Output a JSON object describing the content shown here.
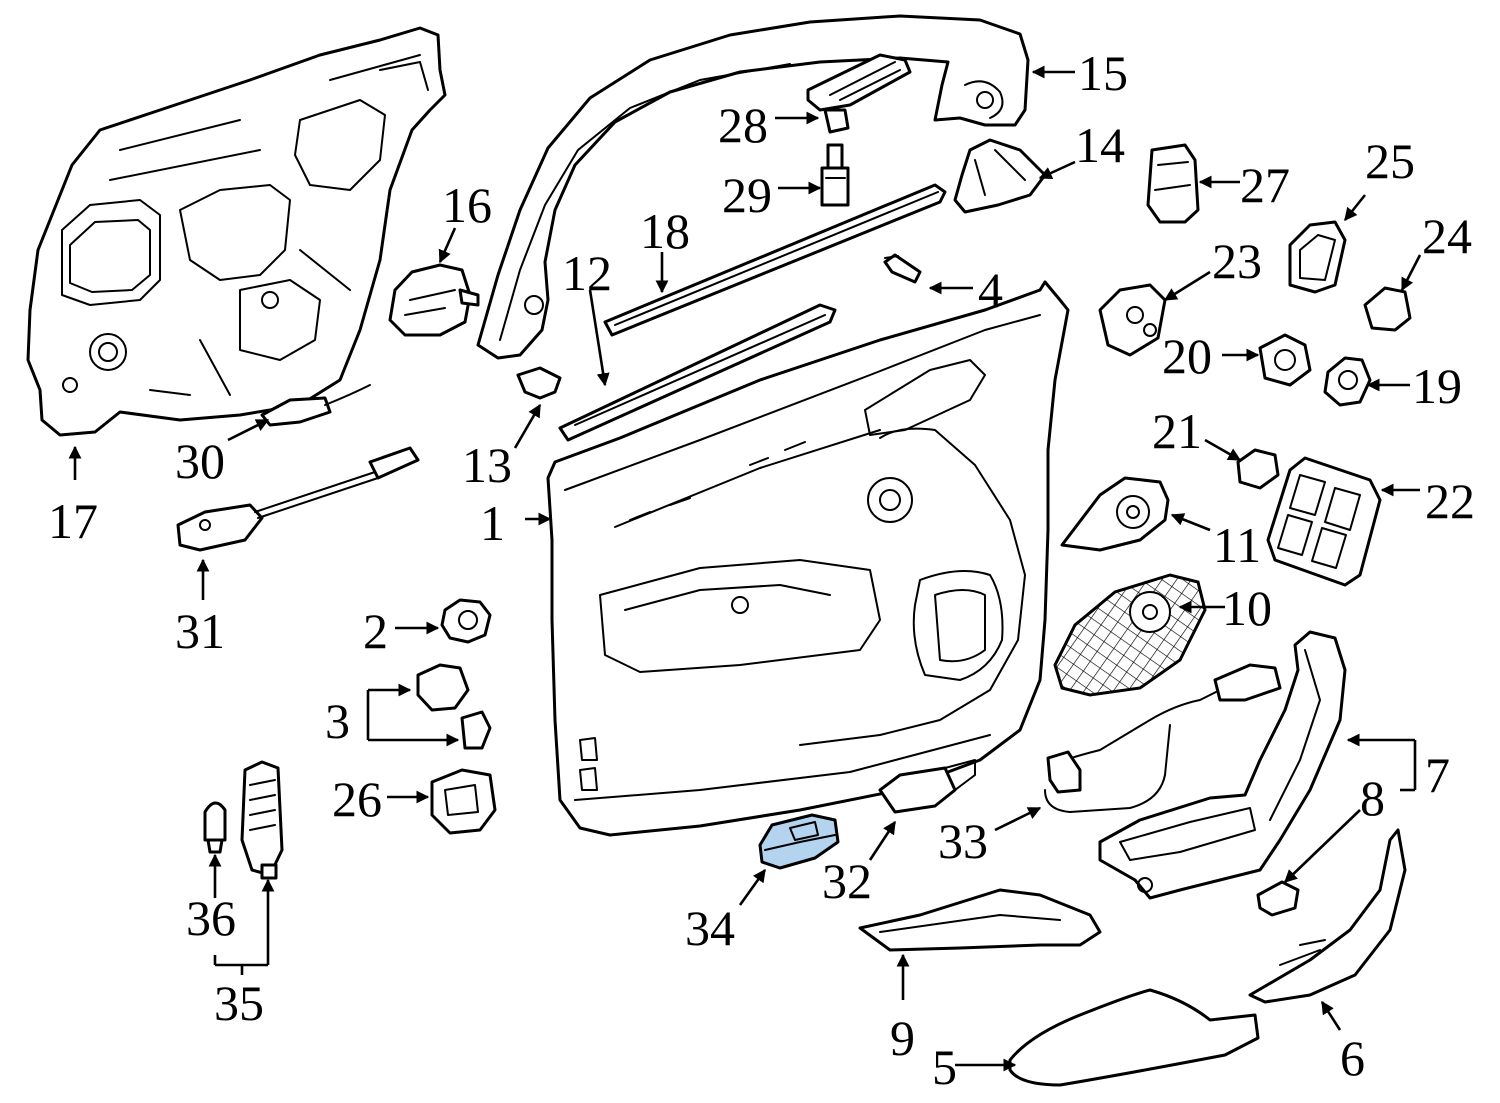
{
  "diagram": {
    "highlight_color": "#b3d3ef",
    "callouts": {
      "c1": "1",
      "c2": "2",
      "c3": "3",
      "c4": "4",
      "c5": "5",
      "c6": "6",
      "c7": "7",
      "c8": "8",
      "c9": "9",
      "c10": "10",
      "c11": "11",
      "c12": "12",
      "c13": "13",
      "c14": "14",
      "c15": "15",
      "c16": "16",
      "c17": "17",
      "c18": "18",
      "c19": "19",
      "c20": "20",
      "c21": "21",
      "c22": "22",
      "c23": "23",
      "c24": "24",
      "c25": "25",
      "c26": "26",
      "c27": "27",
      "c28": "28",
      "c29": "29",
      "c30": "30",
      "c31": "31",
      "c32": "32",
      "c33": "33",
      "c34": "34",
      "c35": "35",
      "c36": "36"
    }
  }
}
